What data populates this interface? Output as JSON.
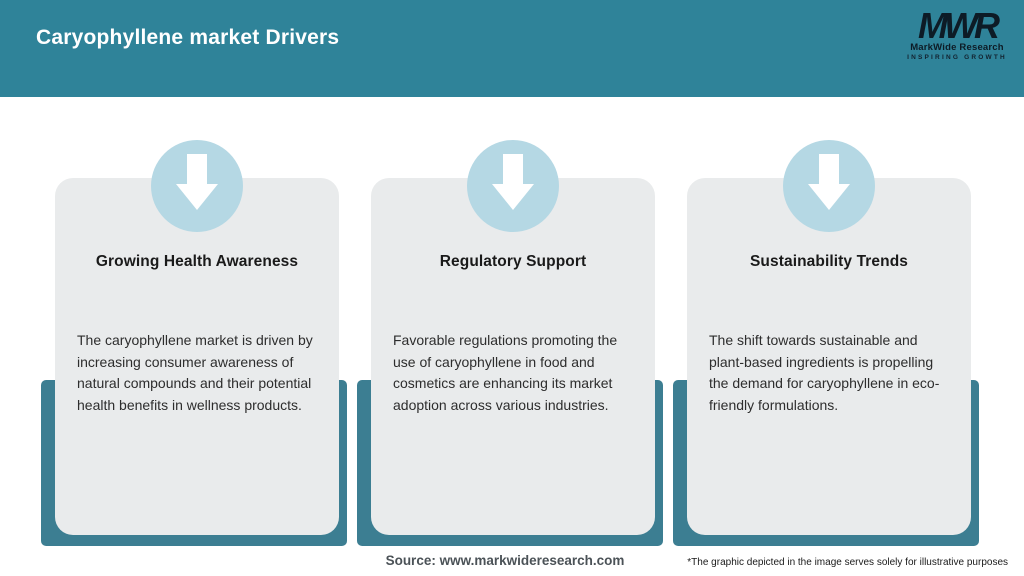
{
  "header": {
    "title": "Caryophyllene market Drivers"
  },
  "logo": {
    "acronym": "MWR",
    "name": "MarkWide Research",
    "tagline": "INSPIRING GROWTH"
  },
  "cards": [
    {
      "icon": "down-arrow-icon",
      "title": "Growing Health Awareness",
      "body": "The caryophyllene market is driven by increasing consumer awareness of natural compounds and their potential health benefits in wellness products."
    },
    {
      "icon": "down-arrow-icon",
      "title": "Regulatory Support",
      "body": "Favorable regulations promoting the use of caryophyllene in food and cosmetics are enhancing its market adoption across various industries."
    },
    {
      "icon": "down-arrow-icon",
      "title": "Sustainability Trends",
      "body": "The shift towards sustainable and plant-based ingredients is propelling the demand for caryophyllene in eco-friendly formulations."
    }
  ],
  "footer": {
    "source": "Source: www.markwideresearch.com",
    "disclaimer": "*The graphic depicted in the image serves solely for illustrative purposes"
  },
  "colors": {
    "header_bg": "#2f8399",
    "underlay_teal": "#3c7e92",
    "card_bg": "#e9ebec",
    "badge_blue": "#b5d8e4",
    "arrow_white": "#ffffff",
    "title_text": "#1a1a1a",
    "body_text": "#2d2d2d",
    "source_text": "#4b5257",
    "logo_dark": "#0d1b26"
  }
}
